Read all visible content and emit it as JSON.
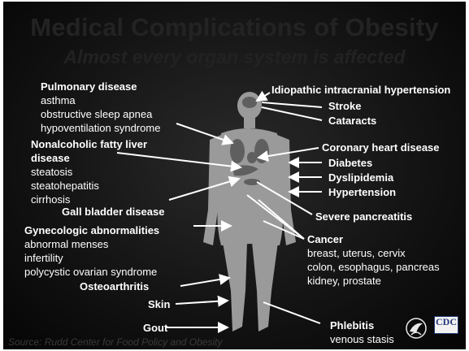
{
  "title": "Medical Complications of Obesity",
  "subtitle": "Almost every organ system is affected",
  "source": "Source: Rudd Center for Food Policy and Obesity",
  "logo_text": "CDC",
  "labels": {
    "pulmonary": "Pulmonary disease",
    "pulmonary_items": [
      "asthma",
      "obstructive sleep apnea",
      "hypoventilation syndrome"
    ],
    "nafld_1": "Nonalcoholic fatty liver",
    "nafld_2": "disease",
    "nafld_items": [
      "steatosis",
      "steatohepatitis",
      "cirrhosis"
    ],
    "gallbladder": "Gall bladder disease",
    "gyn": "Gynecologic abnormalities",
    "gyn_items": [
      "abnormal menses",
      "infertility",
      "polycystic ovarian syndrome"
    ],
    "osteo": "Osteoarthritis",
    "skin": "Skin",
    "gout": "Gout",
    "iih": "Idiopathic intracranial hypertension",
    "stroke": "Stroke",
    "cataracts": "Cataracts",
    "chd": "Coronary heart disease",
    "diabetes": "Diabetes",
    "dyslipidemia": "Dyslipidemia",
    "hypertension": "Hypertension",
    "pancreatitis": "Severe pancreatitis",
    "cancer": "Cancer",
    "cancer_items": [
      "breast, uterus, cervix",
      "colon, esophagus, pancreas",
      "kidney, prostate"
    ],
    "phlebitis": "Phlebitis",
    "phlebitis_items": [
      "venous stasis"
    ]
  },
  "colors": {
    "body": "#9a9a9a",
    "organs": "#5f5f5f",
    "text": "#ffffff",
    "arrows": "#ffffff"
  }
}
